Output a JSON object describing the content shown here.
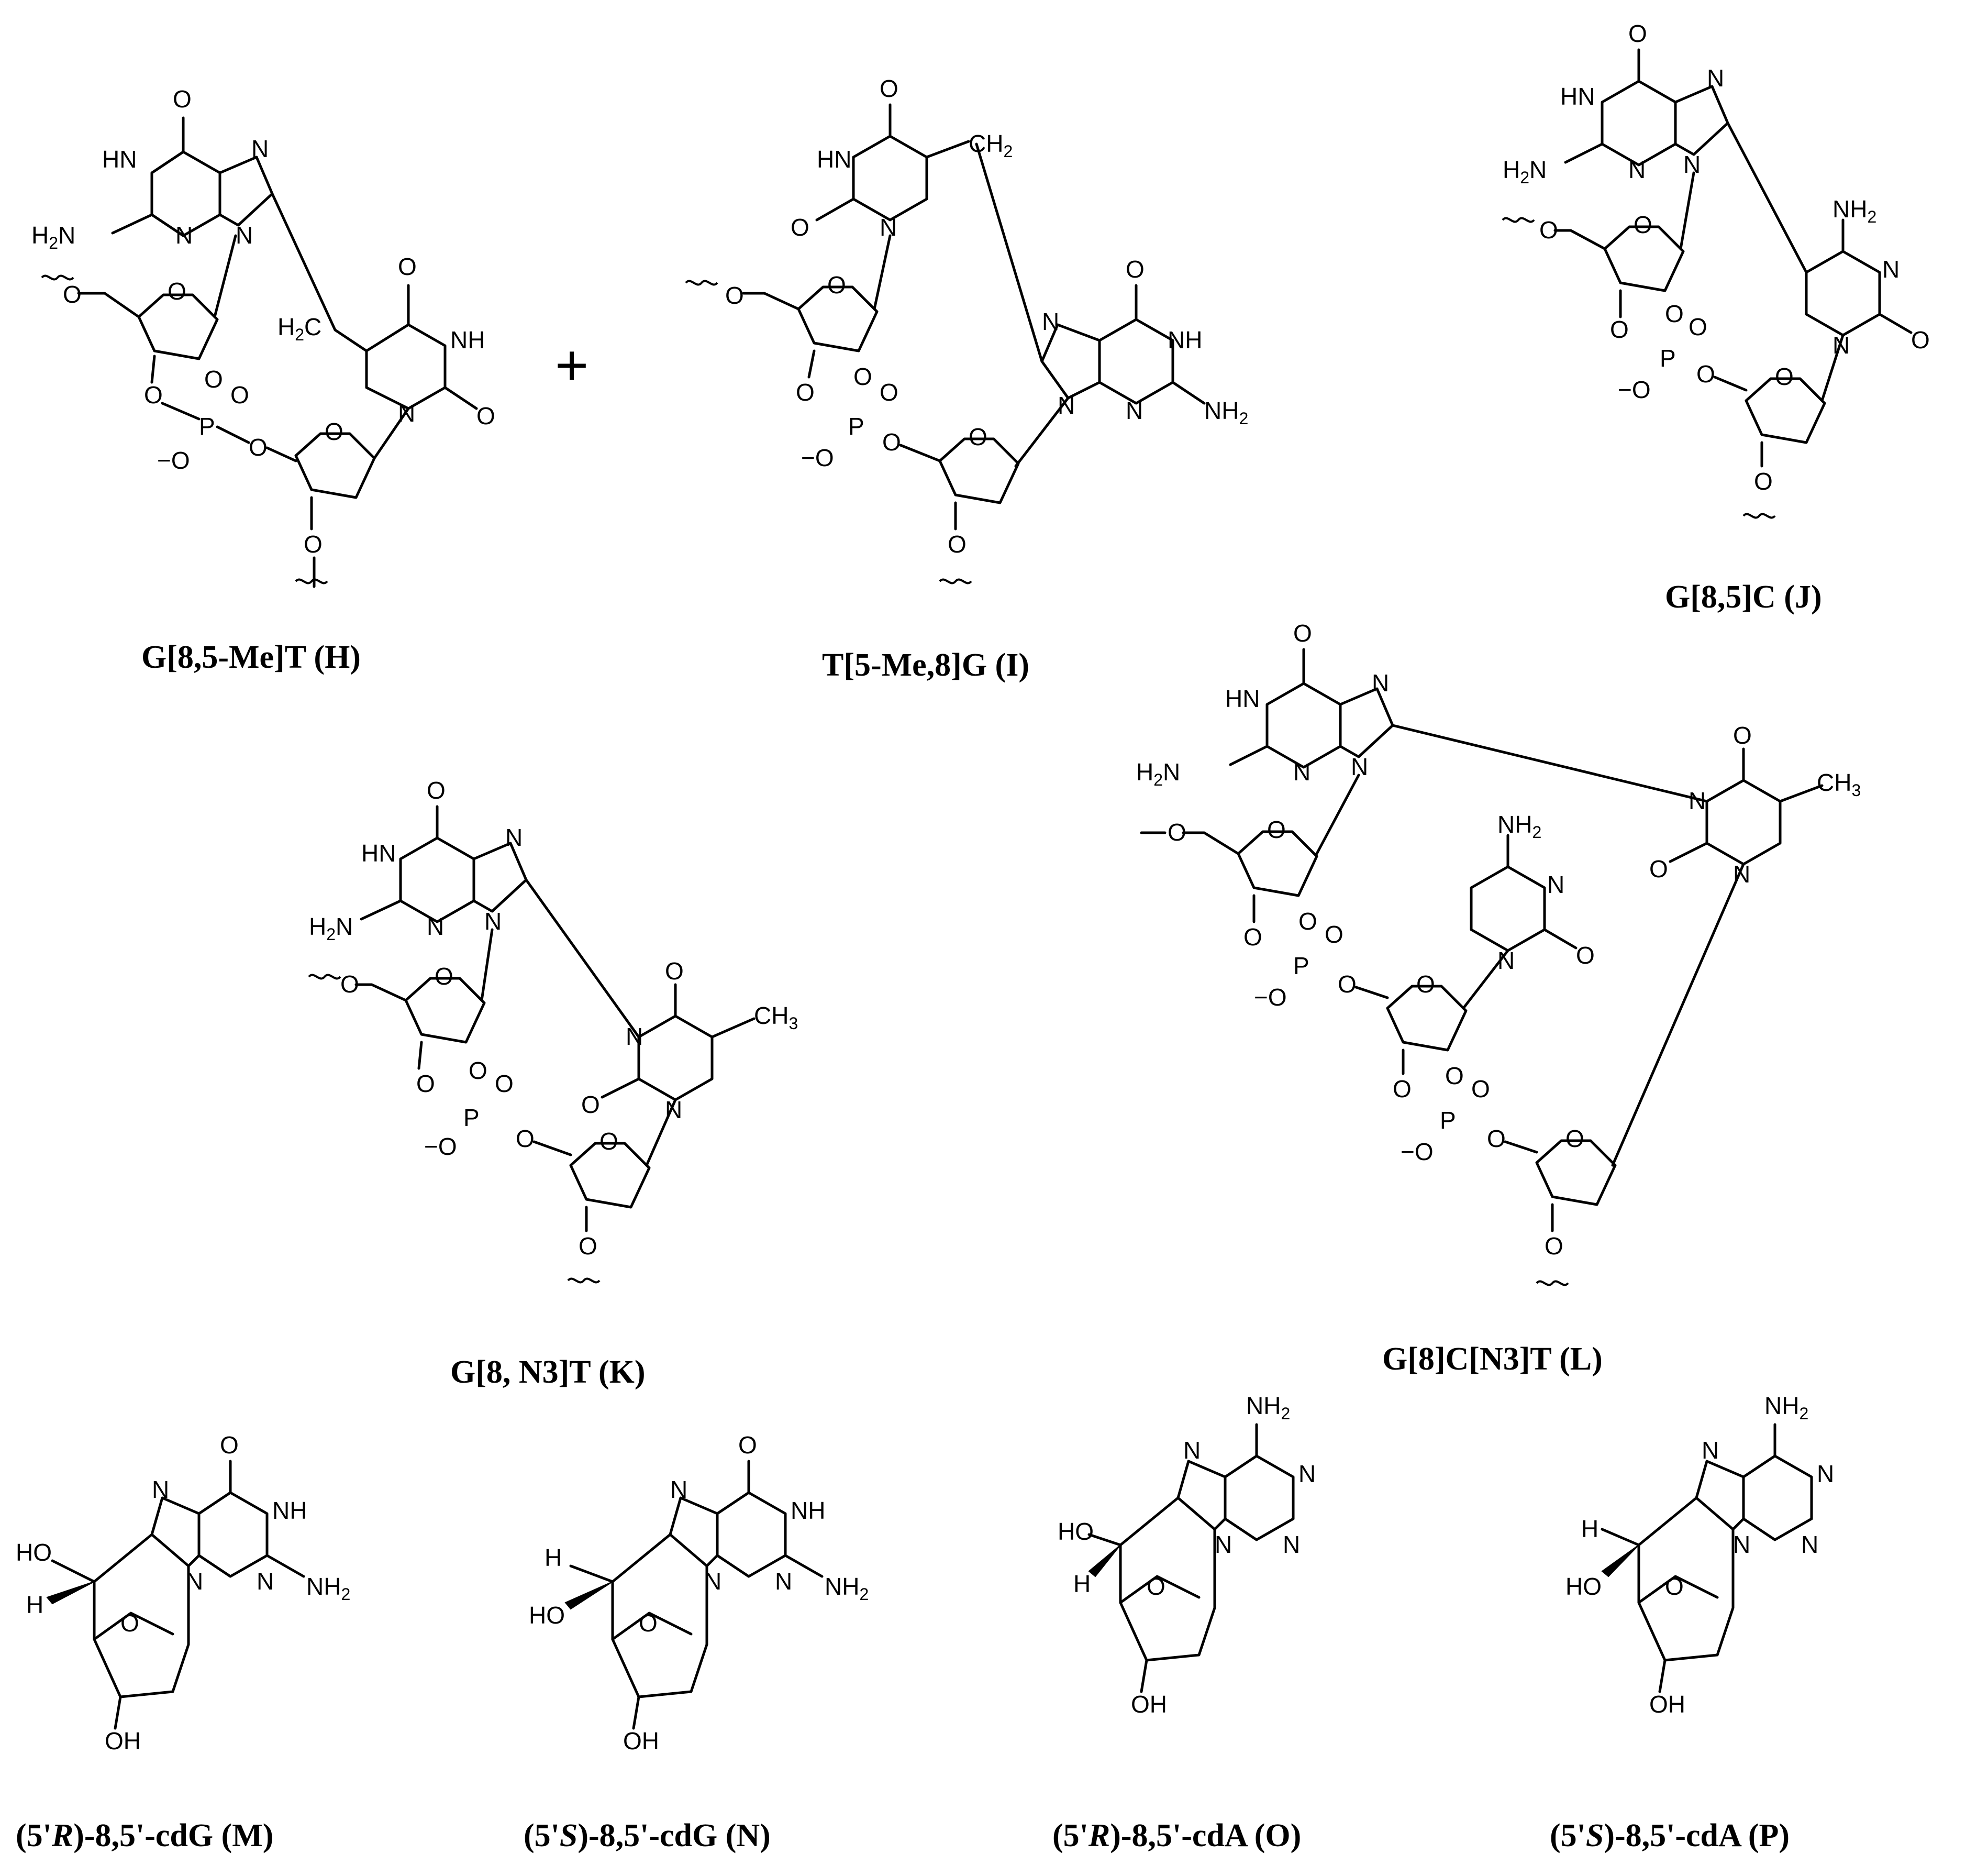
{
  "plus_sign": "+",
  "captions": {
    "H": "G[8,5-Me]T (H)",
    "I": "T[5-Me,8]G (I)",
    "J": "G[8,5]C (J)",
    "K": "G[8, N3]T (K)",
    "L": "G[8]C[N3]T (L)",
    "M_a": "(5'",
    "M_b": "R",
    "M_c": ")-8,5'-cdG (M)",
    "N_a": "(5'",
    "N_b": "S",
    "N_c": ")-8,5'-cdG (N)",
    "O_a": "(5'",
    "O_b": "R",
    "O_c": ")-8,5'-cdA (O)",
    "P_a": "(5'",
    "P_b": "S",
    "P_c": ")-8,5'-cdA (P)"
  },
  "atoms": {
    "O": "O",
    "N": "N",
    "NH": "NH",
    "HN": "HN",
    "H2N": "H2N",
    "NH2": "NH2",
    "CH2": "CH2",
    "H2C": "H2C",
    "CH3": "CH3",
    "P": "P",
    "HO": "HO",
    "OH": "OH",
    "H": "H",
    "minus_O": "−O"
  }
}
